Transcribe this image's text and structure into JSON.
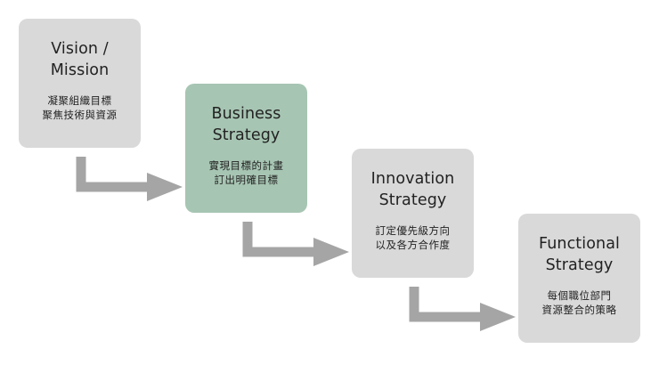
{
  "diagram": {
    "colors": {
      "box_default": "#d9d9d9",
      "box_highlight": "#a7c5b3",
      "arrow": "#a5a5a5",
      "text": "#222222"
    },
    "boxes": [
      {
        "title_1": "Vision /",
        "title_2": "Mission",
        "desc_1": "凝聚組織目標",
        "desc_2": "聚焦技術與資源"
      },
      {
        "title_1": "Business",
        "title_2": "Strategy",
        "desc_1": "實現目標的計畫",
        "desc_2": "訂出明確目標"
      },
      {
        "title_1": "Innovation",
        "title_2": "Strategy",
        "desc_1": "訂定優先級方向",
        "desc_2": "以及各方合作度"
      },
      {
        "title_1": "Functional",
        "title_2": "Strategy",
        "desc_1": "每個職位部門",
        "desc_2": "資源整合的策略"
      }
    ]
  }
}
